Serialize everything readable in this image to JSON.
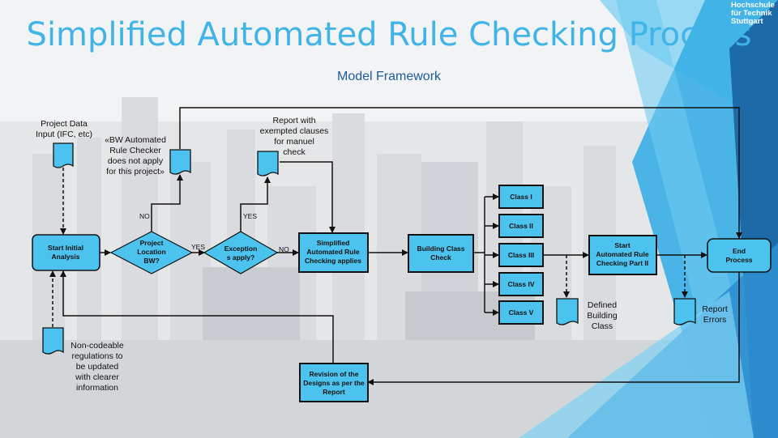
{
  "title": "Simplified Automated Rule Checking Process",
  "subtitle": "Model Framework",
  "logo": [
    "Hochschule",
    "für Technik",
    "Stuttgart"
  ],
  "nodes": {
    "start": [
      "Start Initial",
      "Analysis"
    ],
    "location": [
      "Project",
      "Location",
      "BW?"
    ],
    "exceptions": [
      "Exception",
      "s apply?"
    ],
    "simplified": [
      "Simplified",
      "Automated Rule",
      "Checking applies"
    ],
    "building_check": [
      "Building Class",
      "Check"
    ],
    "class_1": "Class I",
    "class_2": "Class II",
    "class_3": "Class III",
    "class_4": "Class IV",
    "class_5": "Class V",
    "part2": [
      "Start",
      "Automated Rule",
      "Checking Part II"
    ],
    "end": [
      "End",
      "Process"
    ],
    "revision": [
      "Revision of the",
      "Designs as per the",
      "Report"
    ]
  },
  "documents": {
    "project_data": [
      "Project Data",
      "Input (IFC, etc)"
    ],
    "bw_checker": [
      "«BW Automated",
      "Rule Checker",
      "does not apply",
      "for this project»"
    ],
    "report_exempted": [
      "Report with",
      "exempted clauses",
      "for manuel",
      "check"
    ],
    "non_codeable": [
      "Non-codeable",
      "regulations to",
      "be updated",
      "with clearer",
      "information"
    ],
    "defined_class": [
      "Defined",
      "Building",
      "Class"
    ],
    "report_errors": [
      "Report",
      "Errors"
    ]
  },
  "edge_labels": {
    "no_top": "NO",
    "yes_right": "YES",
    "yes_top": "YES",
    "no_right": "NO"
  },
  "colors": {
    "title": "#40b4e6",
    "subtitle": "#1e5b9e",
    "node_fill": "#4cc3ee",
    "decision_fill": "#4cc3ee",
    "line": "#111111"
  }
}
